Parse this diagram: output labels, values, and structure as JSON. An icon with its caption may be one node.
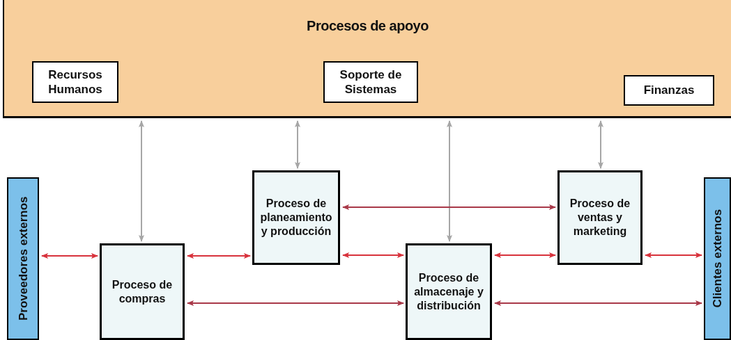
{
  "diagram": {
    "nodes": [
      {
        "text": [
          "Procesos de apoyo"
        ]
      },
      {
        "text": [
          "Recursos Humanos"
        ],
        "in": 0
      },
      {
        "text": [
          "Soporte de Sistemas"
        ],
        "in": 0
      },
      {
        "text": [
          "Finanzas"
        ],
        "in": 0
      },
      {
        "text": [
          "Proveedores externos"
        ]
      },
      {
        "text": [
          "Proceso de compras"
        ]
      },
      {
        "text": [
          "Proceso de planeamiento y producción"
        ]
      },
      {
        "text": [
          "Proceso de almacenaje y distribución"
        ]
      },
      {
        "text": [
          "Proceso de ventas y marketing"
        ]
      },
      {
        "text": [
          "Clientes externos"
        ]
      }
    ],
    "edges": [
      {
        "from": 0,
        "to": 5,
        "arrow": "both",
        "color": "#a6a6a6"
      },
      {
        "from": 0,
        "to": 6,
        "arrow": "both",
        "color": "#a6a6a6"
      },
      {
        "from": 0,
        "to": 7,
        "arrow": "both",
        "color": "#a6a6a6"
      },
      {
        "from": 0,
        "to": 8,
        "arrow": "both",
        "color": "#a6a6a6"
      },
      {
        "from": 4,
        "to": 5,
        "arrow": "both"
      },
      {
        "from": 5,
        "to": 6,
        "arrow": "both"
      },
      {
        "from": 6,
        "to": 8,
        "arrow": "both",
        "color": "#a83848"
      },
      {
        "from": 6,
        "to": 7,
        "arrow": "both"
      },
      {
        "from": 7,
        "to": 8,
        "arrow": "both"
      },
      {
        "from": 8,
        "to": 9,
        "arrow": "both"
      },
      {
        "from": 5,
        "to": 7,
        "arrow": "both",
        "color": "#a83848"
      },
      {
        "from": 7,
        "to": 9,
        "arrow": "both",
        "color": "#a83848"
      }
    ]
  }
}
